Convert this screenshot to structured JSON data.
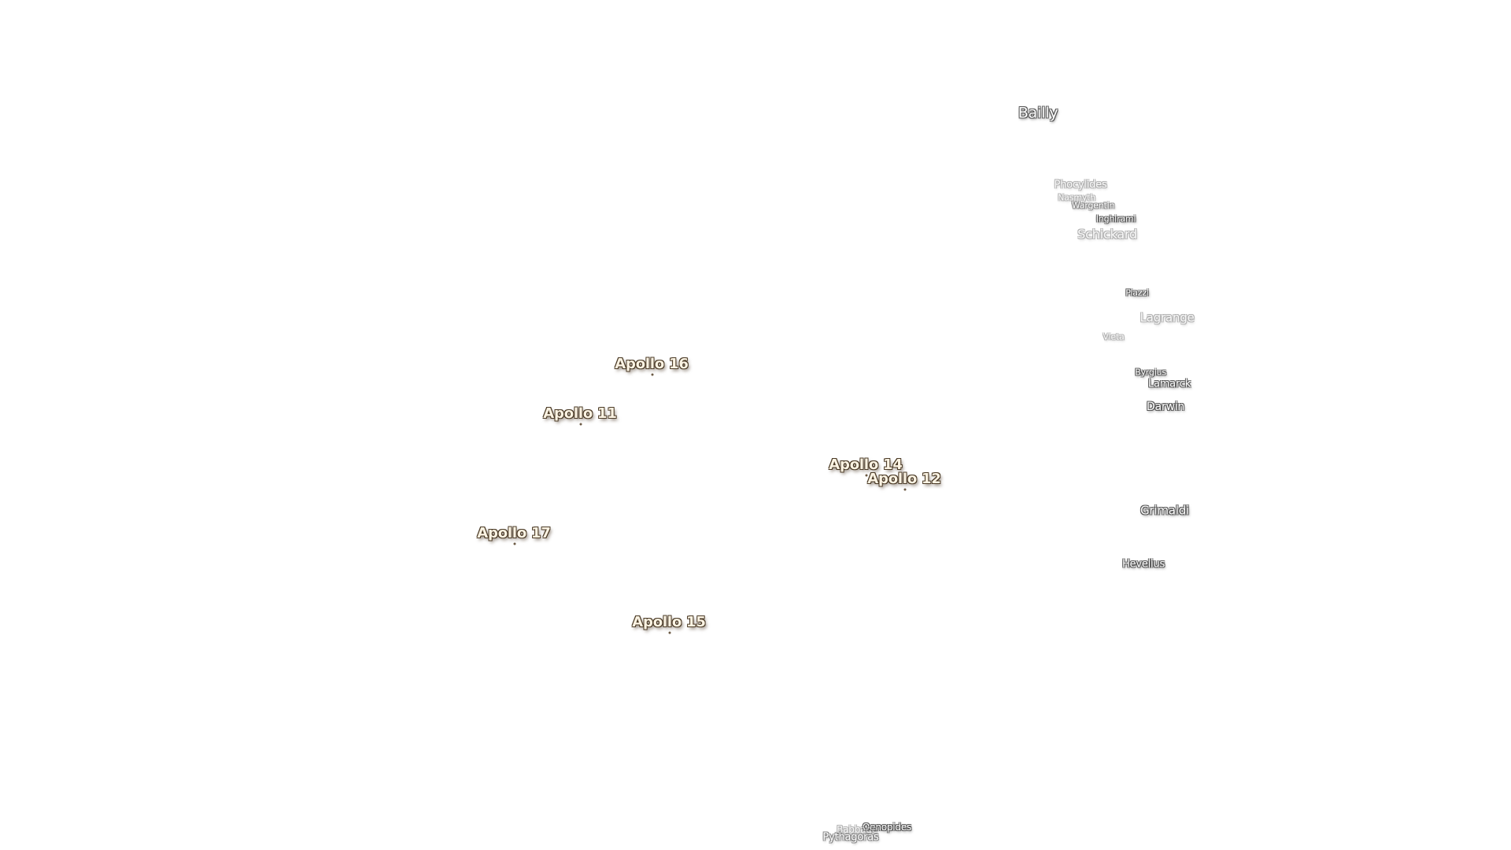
{
  "craters": [
    {
      "name": "Bailly",
      "size": "large",
      "style": "normal"
    },
    {
      "name": "Phocylides",
      "size": "small",
      "style": "faded"
    },
    {
      "name": "Nasmyth",
      "size": "xsmall",
      "style": "faded"
    },
    {
      "name": "Wargentin",
      "size": "xsmall",
      "style": "dim"
    },
    {
      "name": "Inghirami",
      "size": "xsmall",
      "style": "normal"
    },
    {
      "name": "Schickard",
      "size": "medium",
      "style": "faded"
    },
    {
      "name": "Piazzi",
      "size": "xsmall",
      "style": "normal"
    },
    {
      "name": "Lagrange",
      "size": "medium",
      "style": "faded"
    },
    {
      "name": "Vieta",
      "size": "xsmall",
      "style": "faded"
    },
    {
      "name": "Byrgius",
      "size": "xsmall",
      "style": "normal"
    },
    {
      "name": "Lamarck",
      "size": "small",
      "style": "normal"
    },
    {
      "name": "Darwin",
      "size": "small",
      "style": "normal"
    },
    {
      "name": "Grimaldi",
      "size": "medium",
      "style": "normal"
    },
    {
      "name": "Hevelius",
      "size": "small",
      "style": "normal"
    },
    {
      "name": "Oenopides",
      "size": "small",
      "style": "normal"
    },
    {
      "name": "Babbage",
      "size": "xsmall",
      "style": "faded"
    },
    {
      "name": "Pythagoras",
      "size": "small",
      "style": "dim"
    }
  ],
  "apollo_sites": [
    {
      "name": "Apollo 16"
    },
    {
      "name": "Apollo 11"
    },
    {
      "name": "Apollo 14"
    },
    {
      "name": "Apollo 12"
    },
    {
      "name": "Apollo 17"
    },
    {
      "name": "Apollo 15"
    }
  ],
  "colors": {
    "background": "#ffffff",
    "apollo_text": "#fbf3e3",
    "apollo_outline": "#4a3a26",
    "crater_text": "#ffffff",
    "crater_outline": "#555555"
  }
}
